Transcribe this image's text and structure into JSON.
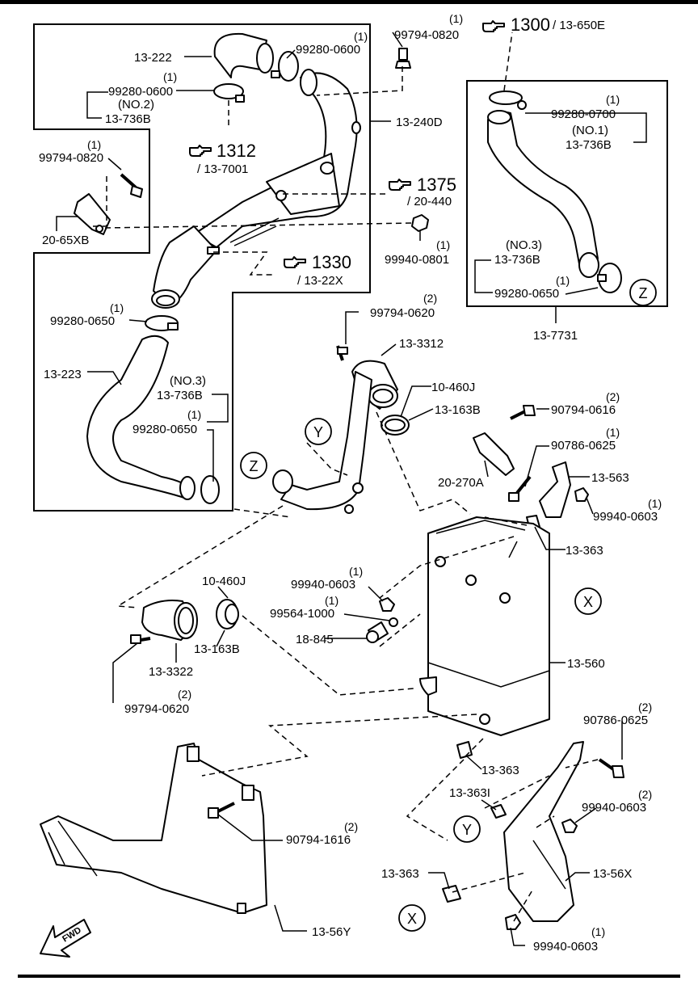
{
  "labels": {
    "l_13_222": "13-222",
    "l_99280_0600_a": "99280-0600",
    "q_99280_0600_a": "(1)",
    "l_99794_0820_a": "99794-0820",
    "q_99794_0820_a": "(1)",
    "l_99280_0600_b": "99280-0600",
    "q_99280_0600_b": "(1)",
    "l_no2": "(NO.2)",
    "l_13_736b_a": "13-736B",
    "l_13_240d": "13-240D",
    "l_99794_0820_b": "99794-0820",
    "q_99794_0820_b": "(1)",
    "l_20_65xb": "20-65XB",
    "l_99280_0650_a": "99280-0650",
    "q_99280_0650_a": "(1)",
    "l_99940_0801": "99940-0801",
    "q_99940_0801": "(1)",
    "l_99280_0700": "99280-0700",
    "q_99280_0700": "(1)",
    "l_no1": "(NO.1)",
    "l_13_736b_b": "13-736B",
    "l_no3_a": "(NO.3)",
    "l_13_736b_c": "13-736B",
    "l_99280_0650_b": "99280-0650",
    "q_99280_0650_b": "(1)",
    "l_13_7731": "13-7731",
    "l_13_223": "13-223",
    "l_no3_b": "(NO.3)",
    "l_13_736b_d": "13-736B",
    "l_99280_0650_c": "99280-0650",
    "q_99280_0650_c": "(1)",
    "l_99794_0620_a": "99794-0620",
    "q_99794_0620_a": "(2)",
    "l_13_3312": "13-3312",
    "l_10_460j_a": "10-460J",
    "l_13_163b_a": "13-163B",
    "l_90794_0616": "90794-0616",
    "q_90794_0616": "(2)",
    "l_90786_0625_a": "90786-0625",
    "q_90786_0625_a": "(1)",
    "l_20_270a": "20-270A",
    "l_13_563": "13-563",
    "l_99940_0603_a": "99940-0603",
    "q_99940_0603_a": "(1)",
    "l_13_363_a": "13-363",
    "l_10_460j_b": "10-460J",
    "l_99940_0603_b": "99940-0603",
    "q_99940_0603_b": "(1)",
    "l_99564_1000": "99564-1000",
    "q_99564_1000": "(1)",
    "l_18_845": "18-845",
    "l_13_163b_b": "13-163B",
    "l_13_3322": "13-3322",
    "l_99794_0620_b": "99794-0620",
    "q_99794_0620_b": "(2)",
    "l_13_560": "13-560",
    "l_90786_0625_b": "90786-0625",
    "q_90786_0625_b": "(2)",
    "l_13_363_b": "13-363",
    "l_13_3631": "13-363I",
    "l_99940_0603_c": "99940-0603",
    "q_99940_0603_c": "(2)",
    "l_90794_1616": "90794-1616",
    "q_90794_1616": "(2)",
    "l_13_363_c": "13-363",
    "l_13_56x": "13-56X",
    "l_99940_0603_d": "99940-0603",
    "q_99940_0603_d": "(1)",
    "l_13_56y": "13-56Y",
    "fwd": "FWD"
  },
  "refs": {
    "r1300": "1300",
    "r1300_sub": "/ 13-650E",
    "r1312": "1312",
    "r1312_sub": "/ 13-7001",
    "r1375": "1375",
    "r1375_sub": "/ 20-440",
    "r1330": "1330",
    "r1330_sub": "/ 13-22X"
  },
  "markers": {
    "x": "X",
    "y": "Y",
    "z": "Z"
  }
}
